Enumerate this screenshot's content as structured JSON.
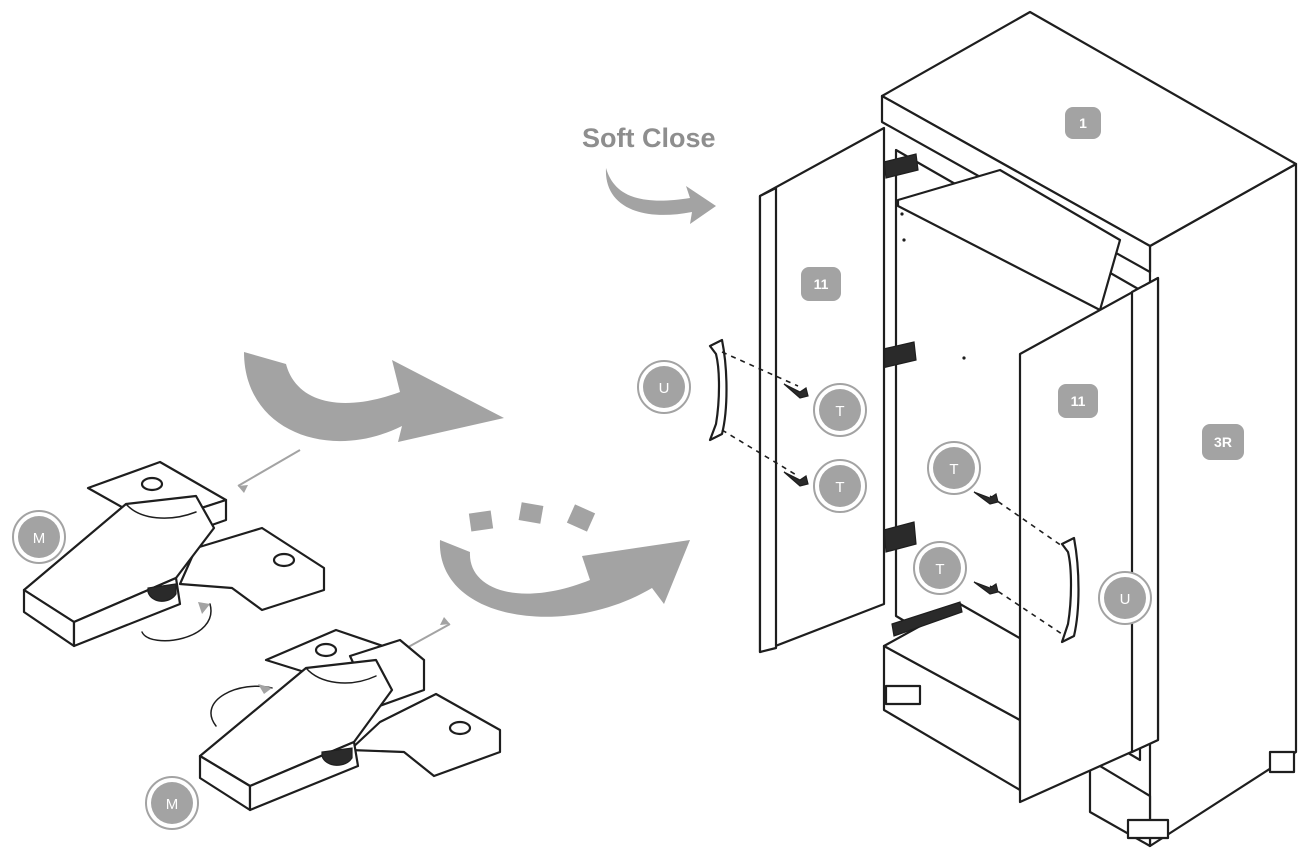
{
  "labels": {
    "soft_close": "Soft Close",
    "panel_top": "1",
    "door_left": "11",
    "door_right": "11",
    "side_right": "3R",
    "handle_left": "U",
    "handle_right": "U",
    "screw_1": "T",
    "screw_2": "T",
    "screw_3": "T",
    "screw_4": "T",
    "hinge_upper": "M",
    "hinge_lower": "M"
  },
  "colors": {
    "badge_grey": "#a3a3a3",
    "arrow_grey": "#a3a3a3",
    "title_grey": "#8e8e8e",
    "line_black": "#1e1e1e"
  }
}
